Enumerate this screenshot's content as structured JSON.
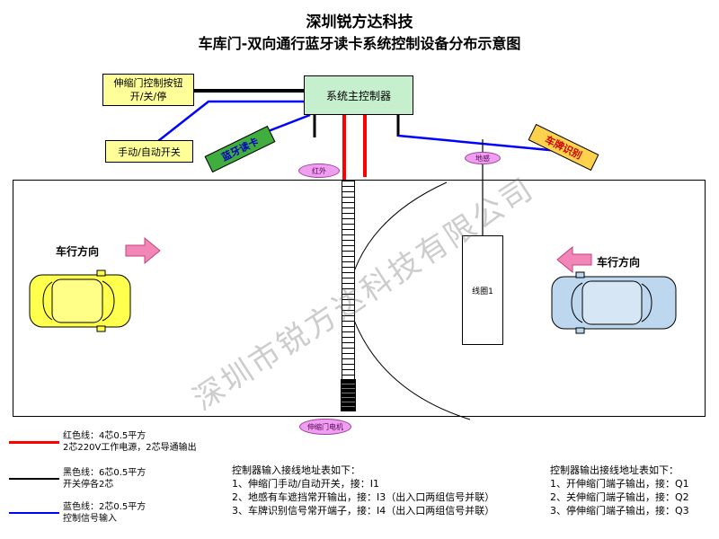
{
  "title": "深圳锐方达科技",
  "subtitle": "车库门-双向通行蓝牙读卡系统控制设备分布示意图",
  "watermark": "深圳市锐方达科技有限公司",
  "nodes": {
    "door_button": {
      "line1": "伸缩门控制按钮",
      "line2": "开/关/停"
    },
    "controller": "系统主控制器",
    "manual_switch": "手动/自动开关",
    "bluetooth": "蓝牙读卡",
    "plate": "车牌识别",
    "infrared": "红外",
    "ground": "地感",
    "coil": "线圈1",
    "motor": "伸缩门电机",
    "dir_left": "车行方向",
    "dir_right": "车行方向"
  },
  "legend": [
    {
      "color": "#ff0000",
      "label": "红色线：4芯0.5平方",
      "desc": "2芯220V工作电源，2芯导通输出"
    },
    {
      "color": "#000000",
      "label": "黑色线：6芯0.5平方",
      "desc": "开关停各2芯"
    },
    {
      "color": "#0000ff",
      "label": "蓝色线：2芯0.5平方",
      "desc": "控制信号输入"
    }
  ],
  "input_table": {
    "title": "控制器输入接线地址表如下：",
    "rows": [
      "1、伸缩门手动/自动开关，接：I1",
      "2、地感有车遮挡常开输出，接：I3（出入口两组信号并联）",
      "3、车牌识别信号常开端子，接：I4（出入口两组信号并联）"
    ]
  },
  "output_table": {
    "title": "控制器输出接线地址表如下：",
    "rows": [
      "1、开伸缩门端子输出，接：Q1",
      "2、关伸缩门端子输出，接：Q2",
      "3、停伸缩门端子输出，接：Q3"
    ]
  }
}
